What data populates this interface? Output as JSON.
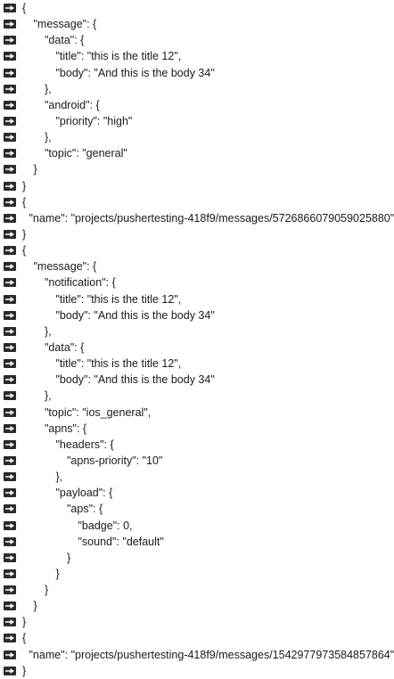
{
  "lines": [
    {
      "text": "{",
      "indent": 0
    },
    {
      "text": "\"message\": {",
      "indent": 1
    },
    {
      "text": "\"data\": {",
      "indent": 2
    },
    {
      "text": "\"title\": \"this is the title 12\",",
      "indent": 3
    },
    {
      "text": "\"body\": \"And this is the body 34\"",
      "indent": 3
    },
    {
      "text": "},",
      "indent": 2
    },
    {
      "text": "\"android\": {",
      "indent": 2
    },
    {
      "text": "\"priority\": \"high\"",
      "indent": 3
    },
    {
      "text": "},",
      "indent": 2
    },
    {
      "text": "\"topic\": \"general\"",
      "indent": 2
    },
    {
      "text": "}",
      "indent": 1
    },
    {
      "text": "}",
      "indent": 0
    },
    {
      "text": "{",
      "indent": 0
    },
    {
      "text": "\"name\": \"projects/pushertesting-418f9/messages/5726866079059025880\"",
      "indent": 0.6
    },
    {
      "text": "}",
      "indent": 0
    },
    {
      "text": "{",
      "indent": 0
    },
    {
      "text": "\"message\": {",
      "indent": 1
    },
    {
      "text": "\"notification\": {",
      "indent": 2
    },
    {
      "text": "\"title\": \"this is the title 12\",",
      "indent": 3
    },
    {
      "text": "\"body\": \"And this is the body 34\"",
      "indent": 3
    },
    {
      "text": "},",
      "indent": 2
    },
    {
      "text": "\"data\": {",
      "indent": 2
    },
    {
      "text": "\"title\": \"this is the title 12\",",
      "indent": 3
    },
    {
      "text": "\"body\": \"And this is the body 34\"",
      "indent": 3
    },
    {
      "text": "},",
      "indent": 2
    },
    {
      "text": "\"topic\": \"ios_general\",",
      "indent": 2
    },
    {
      "text": "\"apns\": {",
      "indent": 2
    },
    {
      "text": "\"headers\": {",
      "indent": 3
    },
    {
      "text": "\"apns-priority\": \"10\"",
      "indent": 4
    },
    {
      "text": "},",
      "indent": 3
    },
    {
      "text": "\"payload\": {",
      "indent": 3
    },
    {
      "text": "\"aps\": {",
      "indent": 4
    },
    {
      "text": "\"badge\": 0,",
      "indent": 5
    },
    {
      "text": "\"sound\": \"default\"",
      "indent": 5
    },
    {
      "text": "}",
      "indent": 4
    },
    {
      "text": "}",
      "indent": 3
    },
    {
      "text": "}",
      "indent": 2
    },
    {
      "text": "}",
      "indent": 1
    },
    {
      "text": "}",
      "indent": 0
    },
    {
      "text": "{",
      "indent": 0
    },
    {
      "text": "\"name\": \"projects/pushertesting-418f9/messages/1542977973584857864\"",
      "indent": 0.6
    },
    {
      "text": "}",
      "indent": 0
    }
  ],
  "icon": {
    "name": "arrow-right-box-icon",
    "color": "#2a2a2a"
  }
}
